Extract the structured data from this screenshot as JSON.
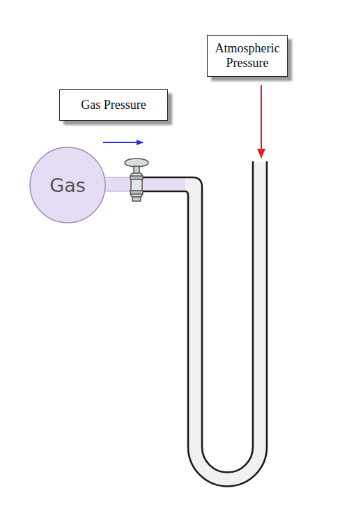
{
  "diagram": {
    "nodes": [
      {
        "text": [
          "Atmospheric Pressure"
        ]
      },
      {
        "text": [
          "Gas Pressure"
        ]
      },
      {
        "text": [
          "Gas"
        ]
      }
    ]
  }
}
